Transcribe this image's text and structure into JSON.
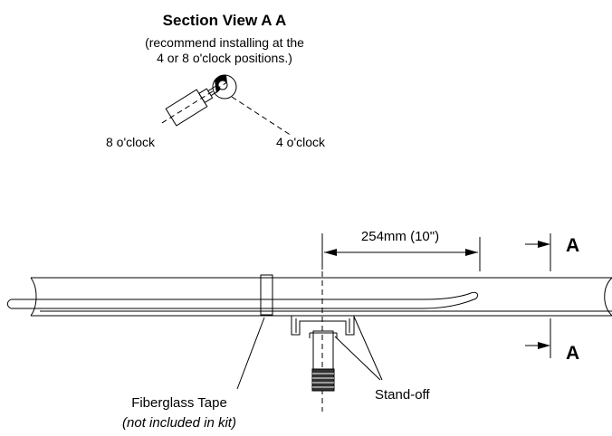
{
  "section_view": {
    "title": "Section View A A",
    "note_line1": "(recommend installing at the",
    "note_line2": "4 or 8 o'clock positions.)",
    "label_8": "8 o'clock",
    "label_4": "4 o'clock"
  },
  "main_view": {
    "dimension": "254mm (10\")",
    "section_mark_top": "A",
    "section_mark_bottom": "A",
    "tape_label": "Fiberglass Tape",
    "tape_note": "(not included in kit)",
    "standoff_label": "Stand-off"
  }
}
